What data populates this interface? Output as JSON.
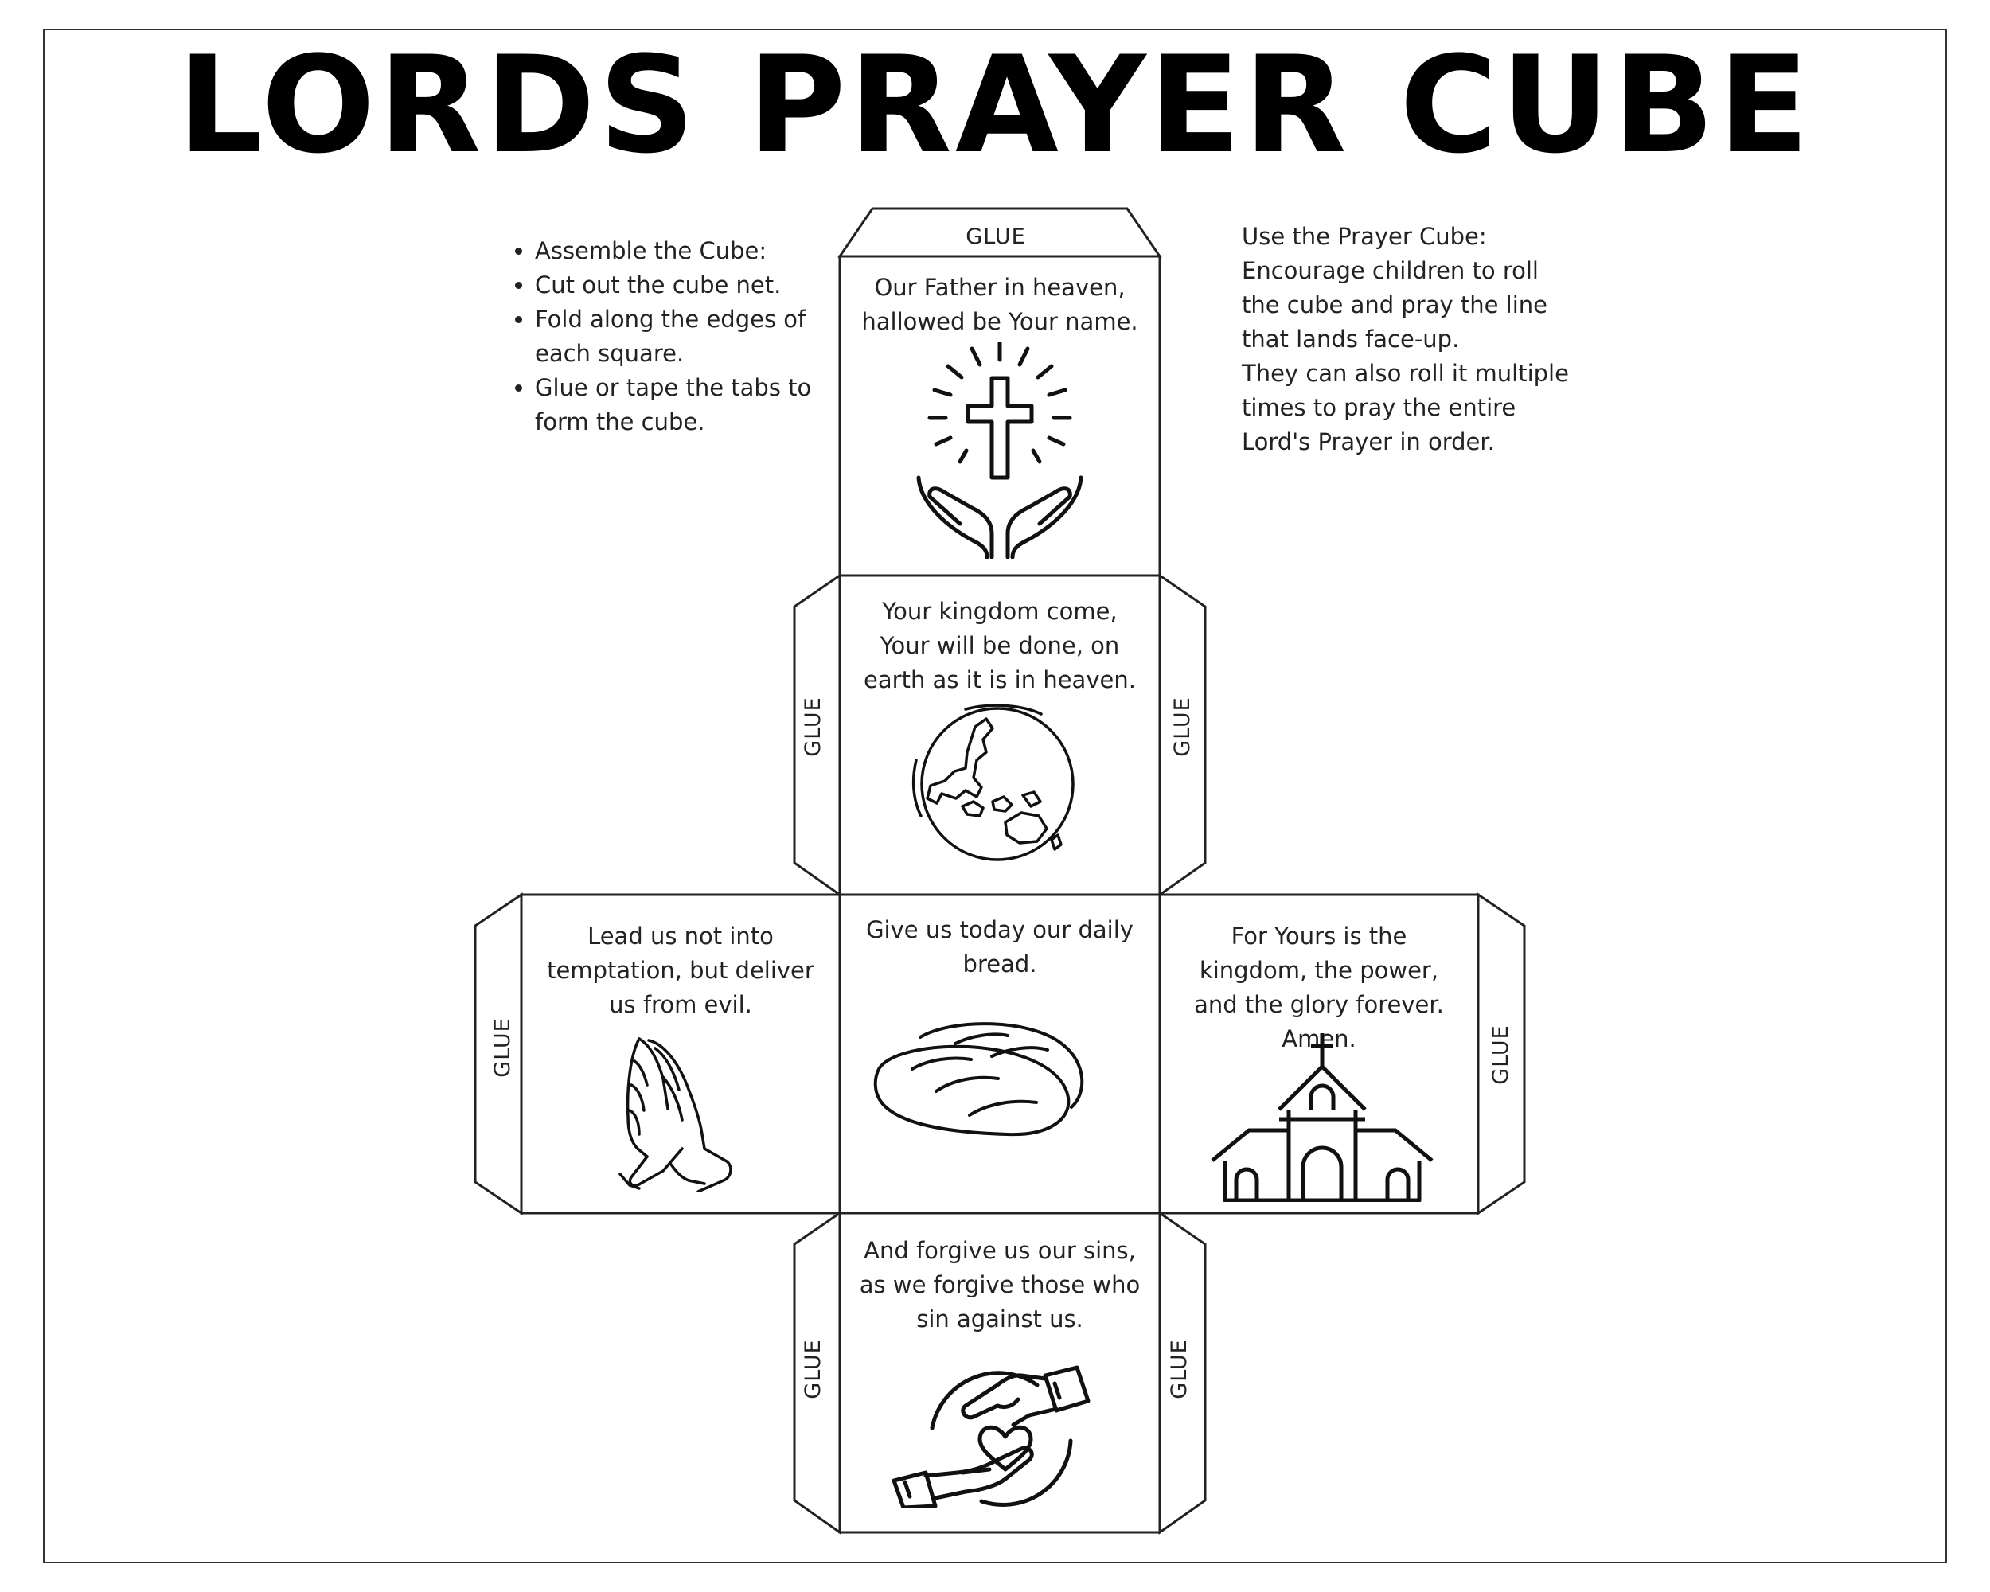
{
  "title": "LORDS PRAYER CUBE",
  "instructions": [
    "Assemble the Cube:",
    "Cut out the cube net.",
    "Fold along the edges of each square.",
    "Glue or tape the tabs to form the cube."
  ],
  "usage": {
    "line1": "Use the Prayer Cube:",
    "line2": "Encourage children to roll the cube and pray the line that lands face-up.",
    "line3": "They can also roll it multiple times to pray the entire Lord's Prayer in order."
  },
  "glue_label": "GLUE",
  "faces": {
    "top": "Our Father in heaven, hallowed be Your name.",
    "upper": "Your kingdom come, Your will be done, on earth as it is in heaven.",
    "left": "Lead us not into temptation, but deliver us from evil.",
    "center": "Give us today our daily bread.",
    "right": "For Yours is the kingdom, the power, and the glory forever. Amen.",
    "bottom": "And forgive us our sins, as we forgive those who sin against us."
  },
  "icons": {
    "top": "cross-in-hands-icon",
    "upper": "globe-icon",
    "left": "praying-hands-icon",
    "center": "bread-icon",
    "right": "church-icon",
    "bottom": "forgiving-hands-heart-icon"
  }
}
